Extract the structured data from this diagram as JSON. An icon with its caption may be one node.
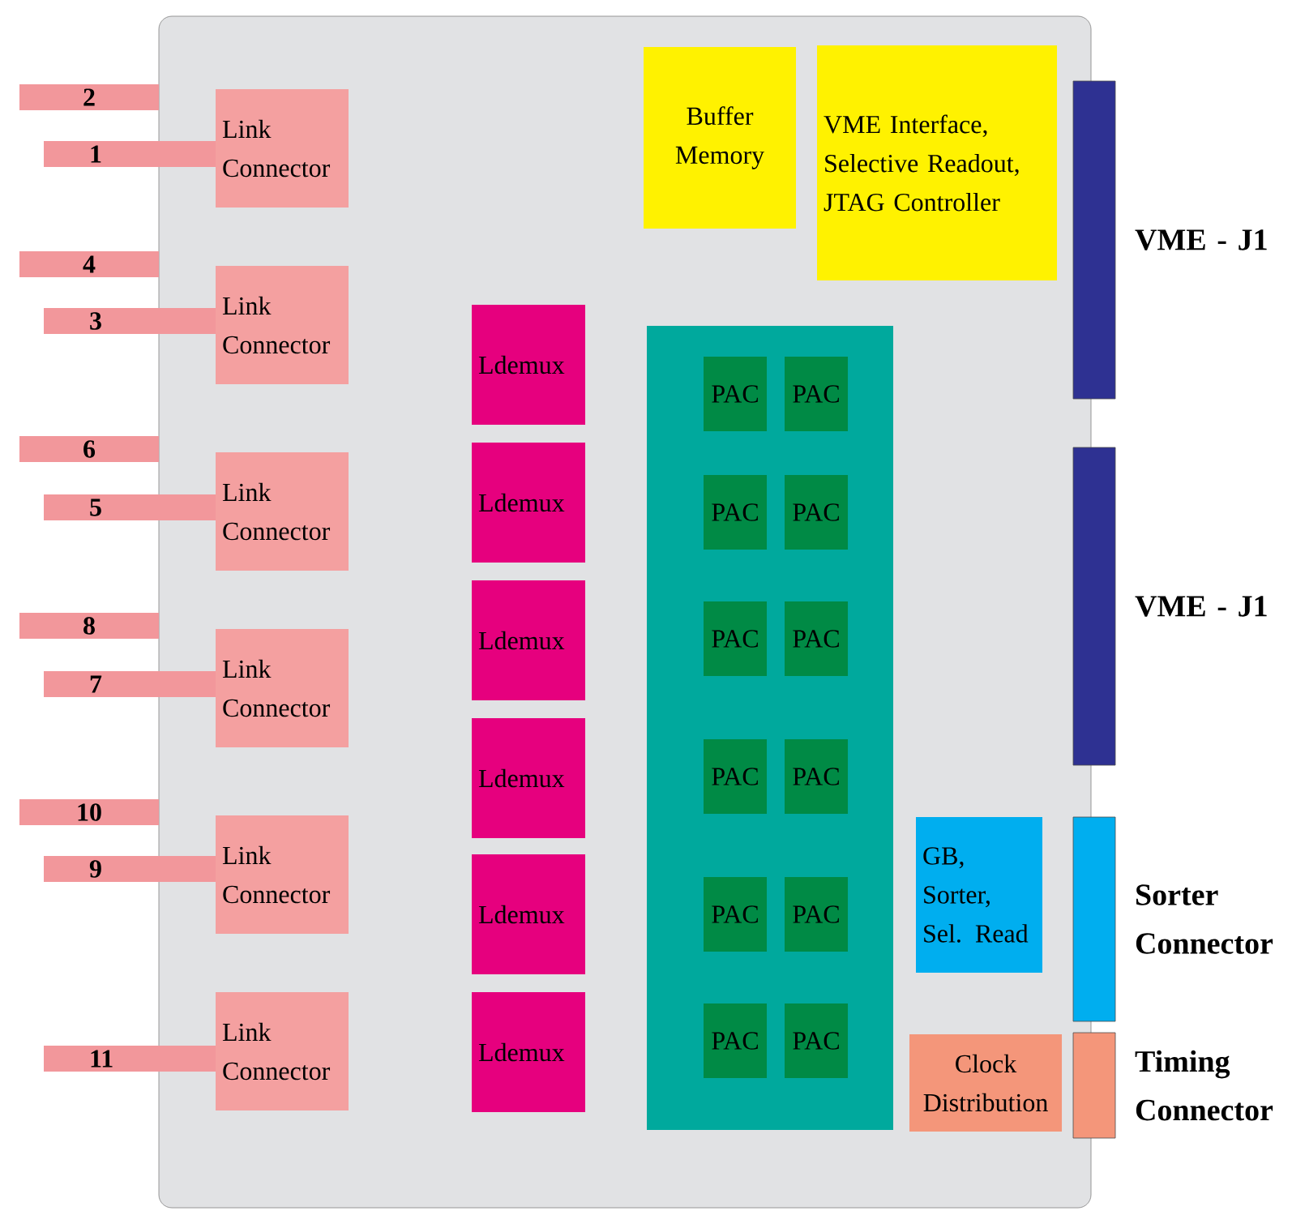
{
  "diagram": {
    "nodes": [
      {
        "text": [],
        "shape": "box"
      },
      {
        "text": [
          "Buffer Memory"
        ],
        "in": 0
      },
      {
        "text": [
          "VME Interface, Selective Readout, JTAG Controller"
        ],
        "in": 0
      },
      {
        "text": [
          "VME - J1"
        ]
      },
      {
        "text": [
          "VME - J1"
        ]
      },
      {
        "text": [
          "2"
        ]
      },
      {
        "text": [
          "1"
        ]
      },
      {
        "text": [
          "Link Connector"
        ],
        "in": 0
      },
      {
        "text": [
          "4"
        ]
      },
      {
        "text": [
          "3"
        ]
      },
      {
        "text": [
          "Link Connector"
        ],
        "in": 0
      },
      {
        "text": [
          "6"
        ]
      },
      {
        "text": [
          "5"
        ]
      },
      {
        "text": [
          "Link Connector"
        ],
        "in": 0
      },
      {
        "text": [
          "8"
        ]
      },
      {
        "text": [
          "7"
        ]
      },
      {
        "text": [
          "Link Connector"
        ],
        "in": 0
      },
      {
        "text": [
          "10"
        ]
      },
      {
        "text": [
          "9"
        ]
      },
      {
        "text": [
          "Link Connector"
        ],
        "in": 0
      },
      {
        "text": [
          "11"
        ]
      },
      {
        "text": [
          "Link Connector"
        ],
        "in": 0
      },
      {
        "text": [
          "Ldemux"
        ],
        "in": 0
      },
      {
        "text": [
          "Ldemux"
        ],
        "in": 0
      },
      {
        "text": [
          "Ldemux"
        ],
        "in": 0
      },
      {
        "text": [
          "Ldemux"
        ],
        "in": 0
      },
      {
        "text": [
          "Ldemux"
        ],
        "in": 0
      },
      {
        "text": [
          "Ldemux"
        ],
        "in": 0
      },
      {
        "text": [],
        "shape": "box",
        "in": 0
      },
      {
        "text": [
          "PAC"
        ],
        "in": 28
      },
      {
        "text": [
          "PAC"
        ],
        "in": 28
      },
      {
        "text": [
          "PAC"
        ],
        "in": 28
      },
      {
        "text": [
          "PAC"
        ],
        "in": 28
      },
      {
        "text": [
          "PAC"
        ],
        "in": 28
      },
      {
        "text": [
          "PAC"
        ],
        "in": 28
      },
      {
        "text": [
          "PAC"
        ],
        "in": 28
      },
      {
        "text": [
          "PAC"
        ],
        "in": 28
      },
      {
        "text": [
          "PAC"
        ],
        "in": 28
      },
      {
        "text": [
          "PAC"
        ],
        "in": 28
      },
      {
        "text": [
          "PAC"
        ],
        "in": 28
      },
      {
        "text": [
          "PAC"
        ],
        "in": 28
      },
      {
        "text": [
          "GB, Sorter, Sel. Read"
        ],
        "in": 0
      },
      {
        "text": [
          "Sorter Connector"
        ]
      },
      {
        "text": [
          "Clock Distribution"
        ],
        "in": 0
      },
      {
        "text": [
          "Timing Connector"
        ]
      }
    ]
  }
}
